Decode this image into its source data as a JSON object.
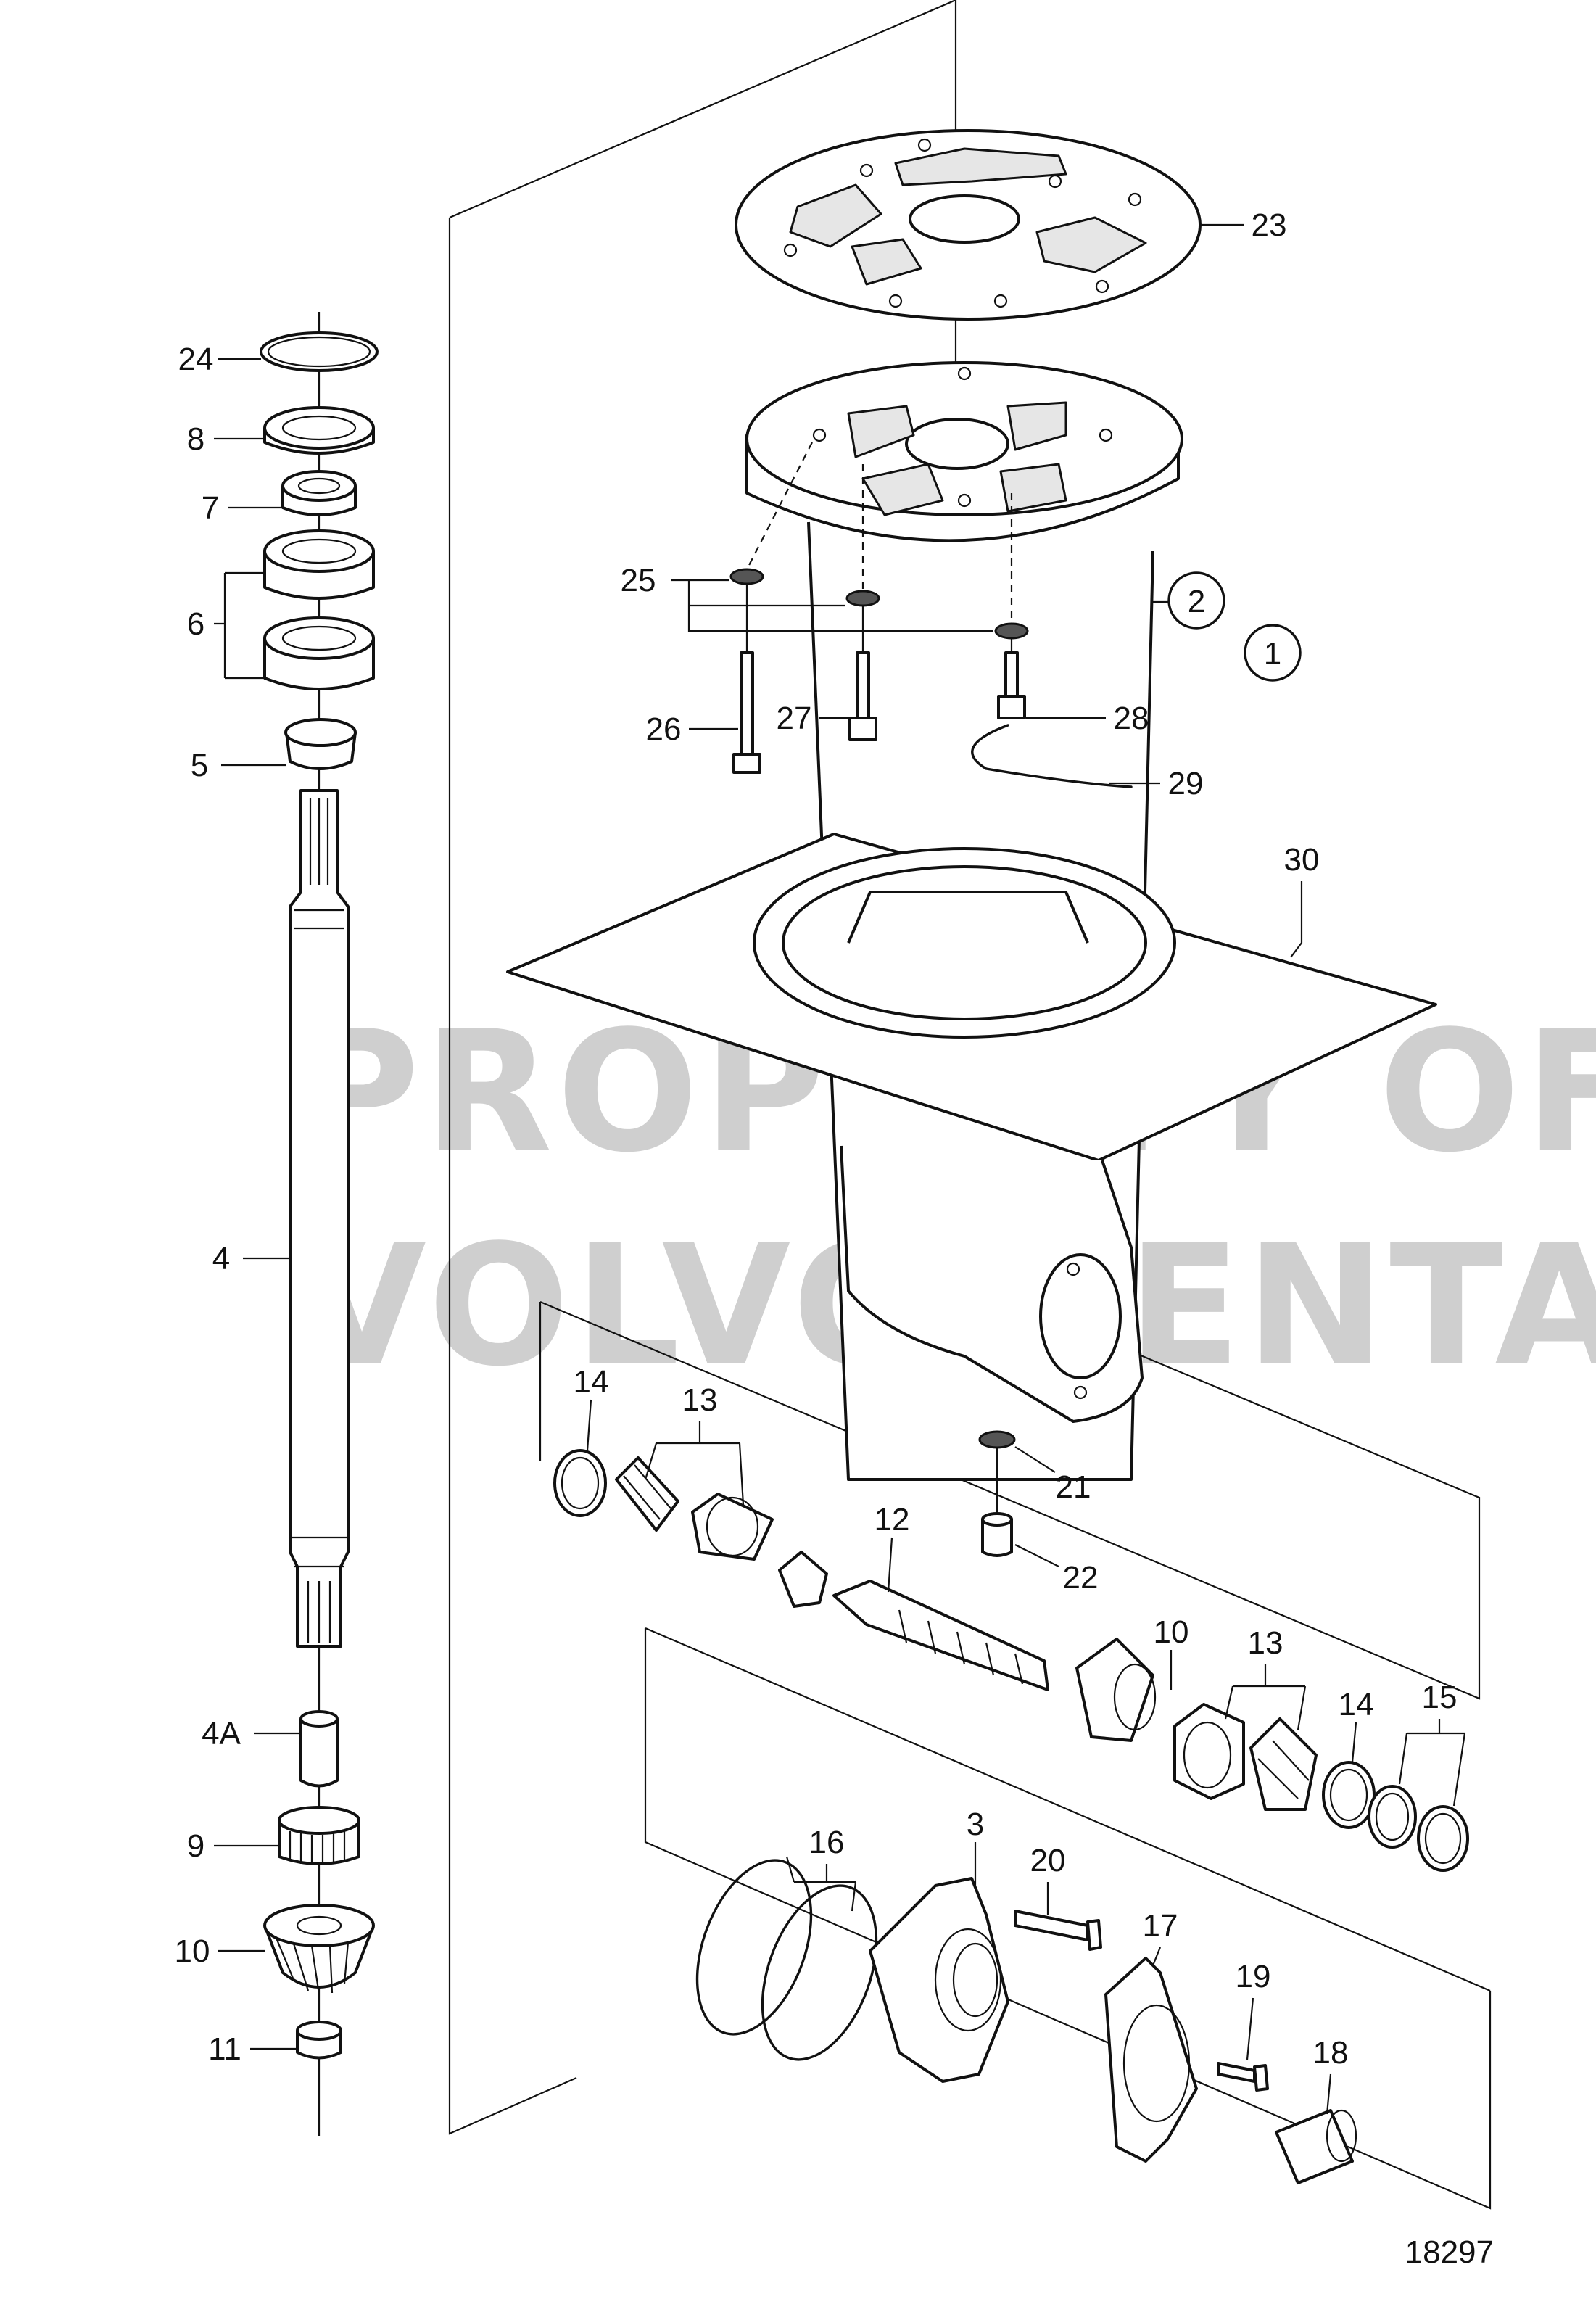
{
  "drawing_number": "18297",
  "watermark": {
    "line1": "PROPERTY OF",
    "line2": "VOLVO PENTA"
  },
  "callouts": {
    "c1": "1",
    "c2": "2",
    "c3": "3",
    "c4": "4",
    "c4a": "4A",
    "c5": "5",
    "c6": "6",
    "c7": "7",
    "c8": "8",
    "c9": "9",
    "c10a": "10",
    "c10b": "10",
    "c11": "11",
    "c12": "12",
    "c13a": "13",
    "c13b": "13",
    "c14a": "14",
    "c14b": "14",
    "c15": "15",
    "c16": "16",
    "c17": "17",
    "c18": "18",
    "c19": "19",
    "c20": "20",
    "c21": "21",
    "c22": "22",
    "c23": "23",
    "c24": "24",
    "c25": "25",
    "c26": "26",
    "c27": "27",
    "c28": "28",
    "c29": "29",
    "c30": "30"
  }
}
